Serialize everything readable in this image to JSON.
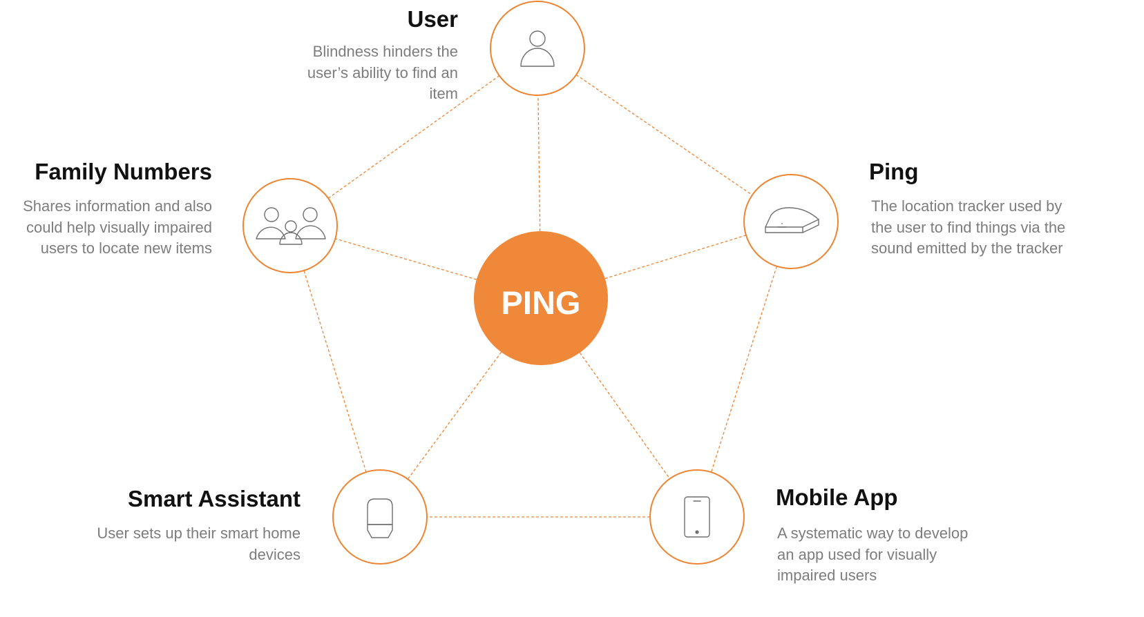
{
  "colors": {
    "accent": "#F0883A",
    "ring": "#EE8431",
    "connector": "#EE8431",
    "title": "#111111",
    "description": "#7D7D7D",
    "icon": "#6F6F6F"
  },
  "center": {
    "label": "PING"
  },
  "nodes": {
    "user": {
      "title": "User",
      "description": "Blindness hinders the user’s ability to find an item",
      "icon": "user-icon"
    },
    "ping": {
      "title": "Ping",
      "description": "The location tracker used by the user to find things via the sound emitted by the tracker",
      "icon": "tracker-icon"
    },
    "mobile_app": {
      "title": "Mobile App",
      "description": "A systematic way to develop an app used for visually impaired users",
      "icon": "smartphone-icon"
    },
    "smart_assistant": {
      "title": "Smart Assistant",
      "description": "User sets up their smart home devices",
      "icon": "smart-speaker-icon"
    },
    "family_numbers": {
      "title": "Family Numbers",
      "description": "Shares information and also could help visually impaired users to locate new items",
      "icon": "group-icon"
    }
  },
  "connections": [
    [
      "user",
      "ping"
    ],
    [
      "ping",
      "mobile_app"
    ],
    [
      "mobile_app",
      "smart_assistant"
    ],
    [
      "smart_assistant",
      "family_numbers"
    ],
    [
      "family_numbers",
      "user"
    ],
    [
      "center",
      "user"
    ],
    [
      "center",
      "ping"
    ],
    [
      "center",
      "mobile_app"
    ],
    [
      "center",
      "smart_assistant"
    ],
    [
      "center",
      "family_numbers"
    ]
  ]
}
